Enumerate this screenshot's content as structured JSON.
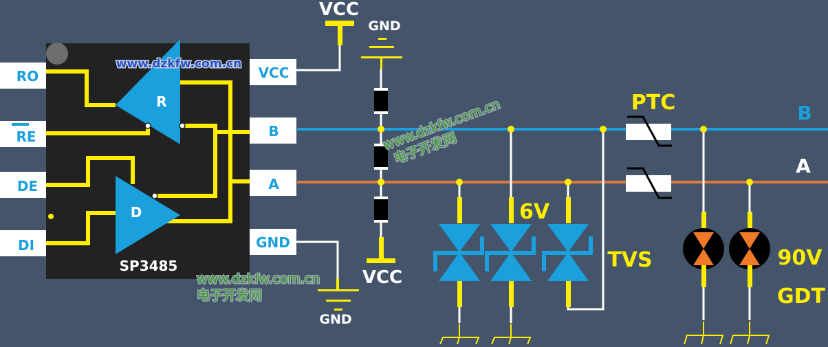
{
  "chip": {
    "part_number": "SP3485",
    "left_pins": [
      "RO",
      "RE",
      "DE",
      "DI"
    ],
    "right_pins": [
      "VCC",
      "B",
      "A",
      "GND"
    ],
    "receiver_label": "R",
    "driver_label": "D"
  },
  "supply": {
    "vcc_top": "VCC",
    "gnd_top": "GND",
    "vcc_bottom": "VCC",
    "gnd_bottom": "GND"
  },
  "bus": {
    "line_b_label": "B",
    "line_a_label": "A",
    "line_b_color": "#1aa0e0",
    "line_a_color": "#e07a3c"
  },
  "components": {
    "tvs_voltage": "6V",
    "tvs_label": "TVS",
    "ptc_label": "PTC",
    "gdt_voltage": "90V",
    "gdt_label": "GDT"
  },
  "watermarks": {
    "url": "www.dzkfw.com.cn",
    "chinese": "电子开发网"
  },
  "colors": {
    "background": "#44546a",
    "chip_body": "#222222",
    "trace": "#ffee00",
    "triangle": "#1aa0dc",
    "gdt_arrow": "#f07a28"
  }
}
